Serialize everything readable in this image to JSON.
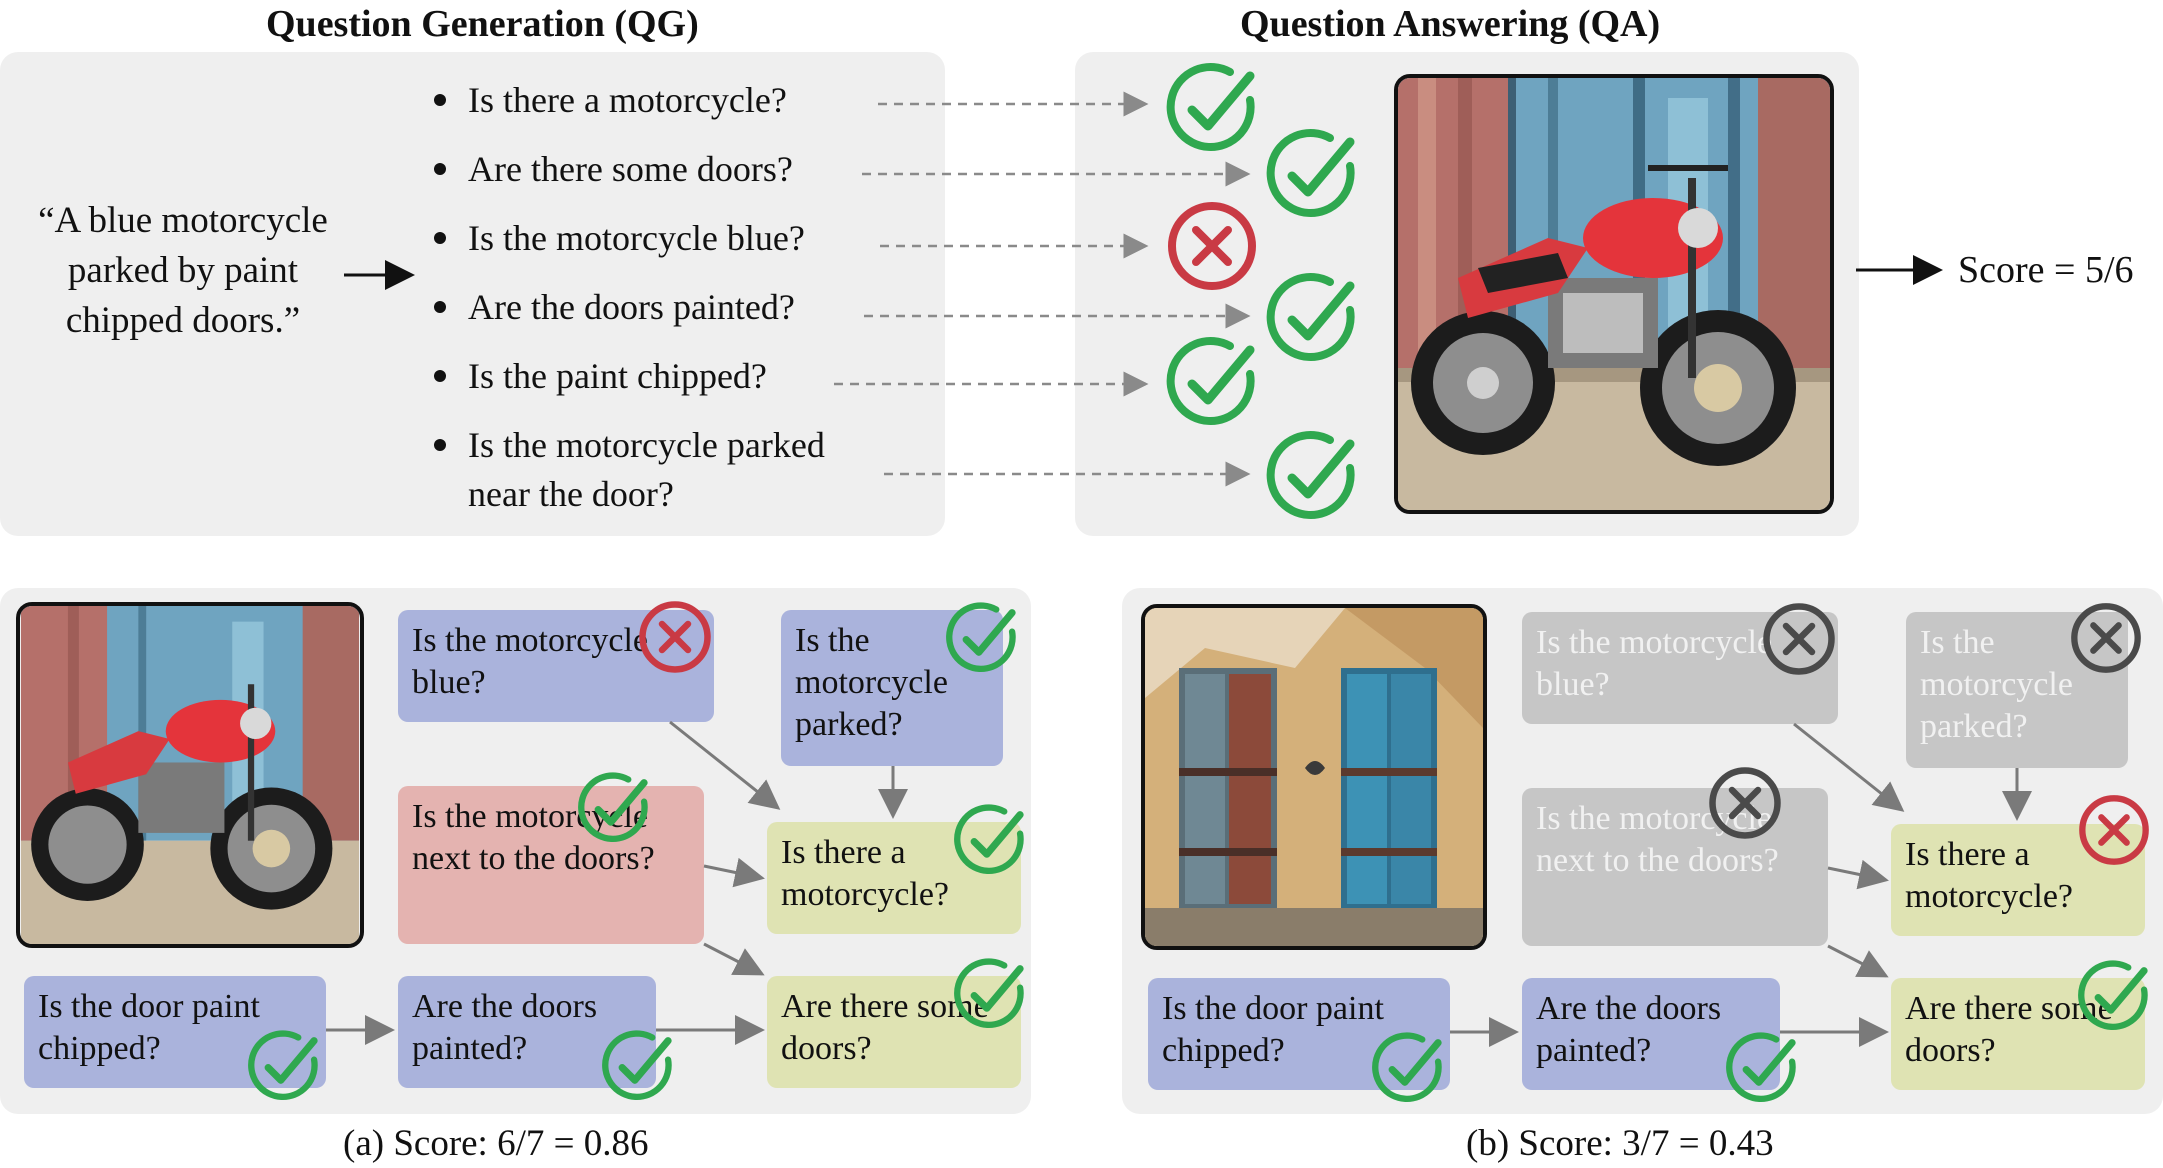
{
  "qg_title": "Question Generation (QG)",
  "qa_title": "Question Answering (QA)",
  "prompt_lines": [
    "“A blue motorcycle",
    "parked by paint",
    "chipped doors.”"
  ],
  "questions": [
    "Is there a motorcycle?",
    "Are there some doors?",
    "Is the motorcycle blue?",
    "Are the doors painted?",
    "Is the paint chipped?",
    "Is the motorcycle parked",
    "near the door?"
  ],
  "answers": [
    "check",
    "check",
    "cross",
    "check",
    "check",
    "check"
  ],
  "score_text": "Score = 5/6",
  "graph_a": {
    "q_blue": "Is the motorcycle blue?",
    "q_parked": "Is the motorcycle parked?",
    "q_next": "Is the motorcycle next to the doors?",
    "q_there": "Is there a motorcycle?",
    "q_chipped": "Is the door paint chipped?",
    "q_painted": "Are the doors painted?",
    "q_doors": "Are there some doors?",
    "caption": "(a) Score: 6/7 = 0.86"
  },
  "graph_b": {
    "q_blue": "Is the motorcycle blue?",
    "q_parked": "Is the motorcycle parked?",
    "q_next": "Is the motorcycle next to the doors?",
    "q_there": "Is there a motorcycle?",
    "q_chipped": "Is the door paint chipped?",
    "q_painted": "Are the doors painted?",
    "q_doors": "Are there some doors?",
    "caption": "(b) Score: 3/7 = 0.43"
  },
  "colors": {
    "check": "#2fa84f",
    "cross": "#c93a44",
    "skipped": "#4a4a4a",
    "dashed_arrow": "#8a8a8a",
    "graph_arrow": "#7a7a7a"
  }
}
